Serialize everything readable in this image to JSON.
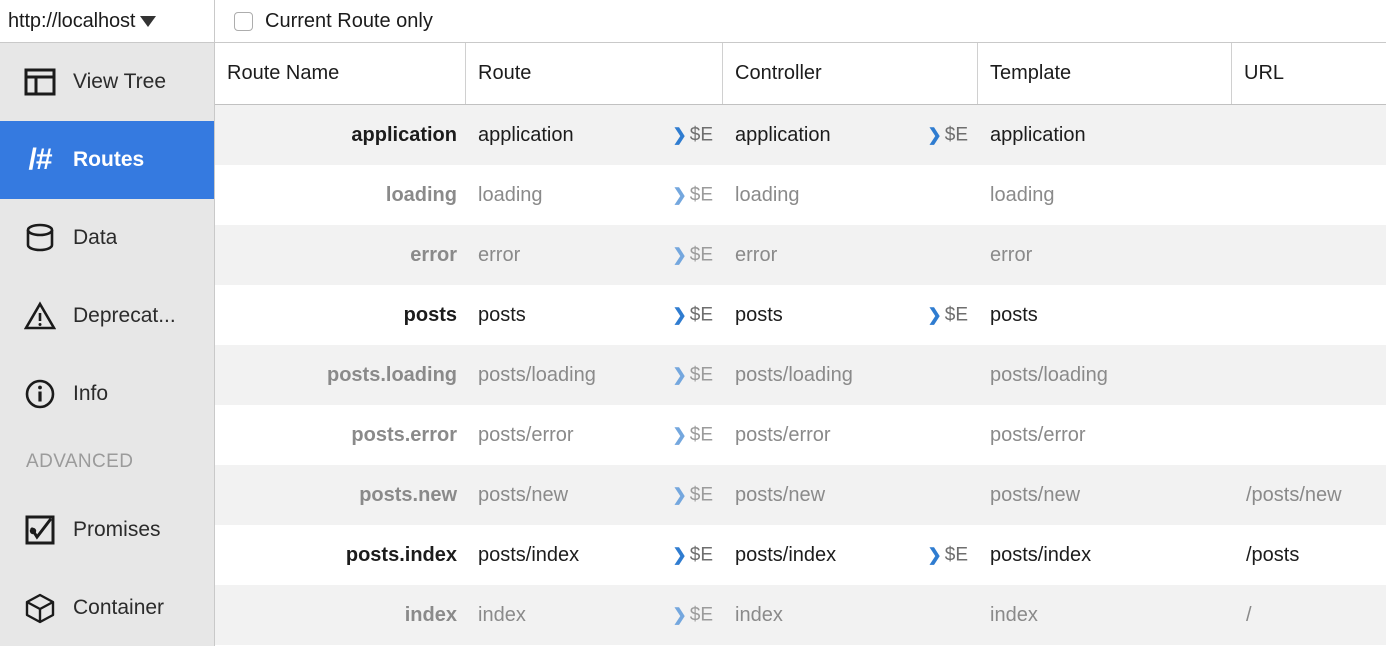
{
  "topbar": {
    "app_picker": {
      "label": "http://localhost",
      "caret_icon": "chevron-down-icon"
    },
    "filter": {
      "label": "Current Route only",
      "checked": false,
      "checkbox_icon": "checkbox-unchecked-icon"
    }
  },
  "sidebar": {
    "items": [
      {
        "id": "view-tree",
        "label": "View Tree",
        "icon": "view-tree-icon",
        "active": false
      },
      {
        "id": "routes",
        "label": "Routes",
        "icon": "slash-hash-icon",
        "active": true
      },
      {
        "id": "data",
        "label": "Data",
        "icon": "database-icon",
        "active": false
      },
      {
        "id": "deprecations",
        "label": "Deprecat...",
        "icon": "warning-triangle-icon",
        "active": false
      },
      {
        "id": "info",
        "label": "Info",
        "icon": "info-circle-icon",
        "active": false
      }
    ],
    "section_label": "ADVANCED",
    "advanced_items": [
      {
        "id": "promises",
        "label": "Promises",
        "icon": "promise-check-icon",
        "active": false
      },
      {
        "id": "container",
        "label": "Container",
        "icon": "cube-icon",
        "active": false
      }
    ]
  },
  "table": {
    "columns": [
      {
        "key": "name",
        "label": "Route Name"
      },
      {
        "key": "route",
        "label": "Route"
      },
      {
        "key": "ctrl",
        "label": "Controller"
      },
      {
        "key": "template",
        "label": "Template"
      },
      {
        "key": "url",
        "label": "URL"
      }
    ],
    "send_to_console_label": "$E",
    "rows": [
      {
        "name": "application",
        "depth": 0,
        "active": true,
        "route": "application",
        "route_send": true,
        "ctrl": "application",
        "ctrl_send": true,
        "template": "application",
        "url": ""
      },
      {
        "name": "loading",
        "depth": 1,
        "active": false,
        "route": "loading",
        "route_send": true,
        "ctrl": "loading",
        "ctrl_send": false,
        "template": "loading",
        "url": ""
      },
      {
        "name": "error",
        "depth": 1,
        "active": false,
        "route": "error",
        "route_send": true,
        "ctrl": "error",
        "ctrl_send": false,
        "template": "error",
        "url": ""
      },
      {
        "name": "posts",
        "depth": 1,
        "active": true,
        "route": "posts",
        "route_send": true,
        "ctrl": "posts",
        "ctrl_send": true,
        "template": "posts",
        "url": ""
      },
      {
        "name": "posts.loading",
        "depth": 2,
        "active": false,
        "route": "posts/loading",
        "route_send": true,
        "ctrl": "posts/loading",
        "ctrl_send": false,
        "template": "posts/loading",
        "url": ""
      },
      {
        "name": "posts.error",
        "depth": 2,
        "active": false,
        "route": "posts/error",
        "route_send": true,
        "ctrl": "posts/error",
        "ctrl_send": false,
        "template": "posts/error",
        "url": ""
      },
      {
        "name": "posts.new",
        "depth": 2,
        "active": false,
        "route": "posts/new",
        "route_send": true,
        "ctrl": "posts/new",
        "ctrl_send": false,
        "template": "posts/new",
        "url": "/posts/new"
      },
      {
        "name": "posts.index",
        "depth": 2,
        "active": true,
        "route": "posts/index",
        "route_send": true,
        "ctrl": "posts/index",
        "ctrl_send": true,
        "template": "posts/index",
        "url": "/posts"
      },
      {
        "name": "index",
        "depth": 1,
        "active": false,
        "route": "index",
        "route_send": true,
        "ctrl": "index",
        "ctrl_send": false,
        "template": "index",
        "url": "/"
      }
    ]
  },
  "colors": {
    "accent": "#357ae0",
    "sidebar_bg": "#e7e7e7",
    "row_alt": "#f2f2f2",
    "text_active": "#1c1c1c",
    "text_inactive": "#8a8a8a",
    "send_chevron": "#2f7cd0"
  }
}
